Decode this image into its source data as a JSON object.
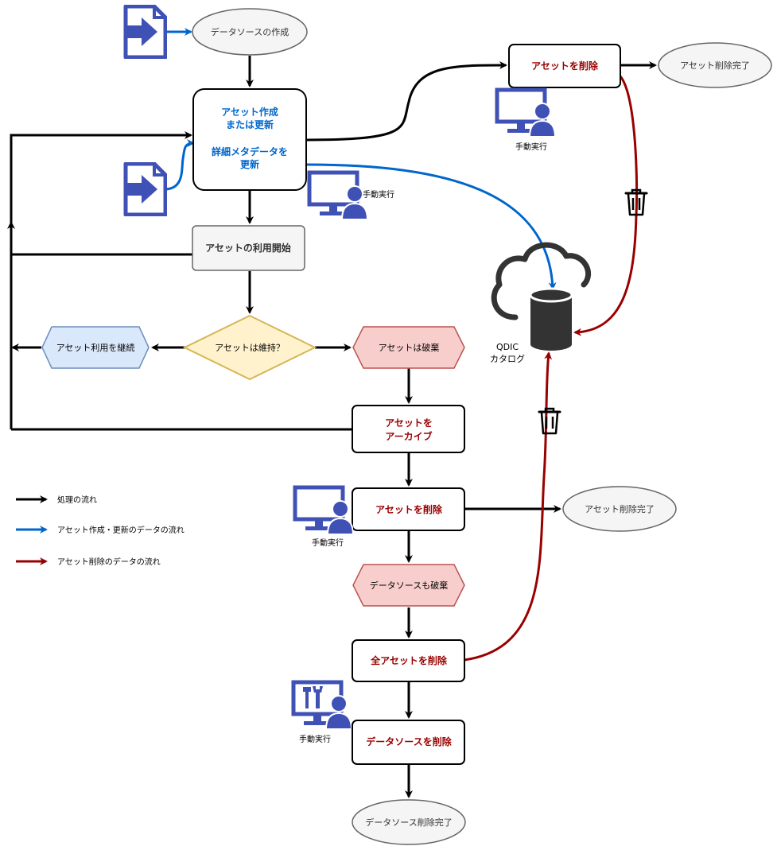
{
  "colors": {
    "black": "#000000",
    "blue": "#0066cc",
    "dark_red": "#990000",
    "icon_blue": "#3f51b5",
    "ellipse_fill": "#f5f5f5",
    "ellipse_stroke": "#666666",
    "gray_fill": "#f5f5f5",
    "blue_fill": "#dae8fc",
    "blue_stroke": "#6c8ebf",
    "yellow_fill": "#fff2cc",
    "yellow_stroke": "#d6b656",
    "red_fill": "#f8cecc",
    "red_stroke": "#b85450"
  },
  "nodes": {
    "datasource_create": "データソースの作成",
    "asset_create_line1": "アセット作成",
    "asset_create_line2": "または更新",
    "asset_create_line3": "詳細メタデータを",
    "asset_create_line4": "更新",
    "asset_use_start": "アセットの利用開始",
    "asset_maintain_question": "アセットは維持？",
    "asset_continue_use": "アセット利用を継続",
    "asset_discard": "アセットは破棄",
    "asset_archive_line1": "アセットを",
    "asset_archive_line2": "アーカイブ",
    "asset_delete_mid": "アセットを削除",
    "asset_delete_done_mid": "アセット削除完了",
    "datasource_discard": "データソースも破棄",
    "all_assets_delete": "全アセットを削除",
    "datasource_delete": "データソースを削除",
    "datasource_delete_done": "データソース削除完了",
    "asset_delete_top": "アセットを削除",
    "asset_delete_done_top": "アセット削除完了",
    "qdic_line1": "QDIC",
    "qdic_line2": "カタログ"
  },
  "labels": {
    "manual_top": "手動実行",
    "manual_create": "手動実行",
    "manual_mid": "手動実行",
    "manual_bottom": "手動実行"
  },
  "legend": {
    "process_flow": "処理の流れ",
    "create_data_flow": "アセット作成・更新のデータの流れ",
    "delete_data_flow": "アセット削除のデータの流れ"
  },
  "icons": {
    "document_import": "document-import-icon",
    "computer_user": "computer-user-icon",
    "tools_user": "tools-user-icon",
    "trash": "trash-icon",
    "cloud_database": "cloud-database-icon"
  }
}
